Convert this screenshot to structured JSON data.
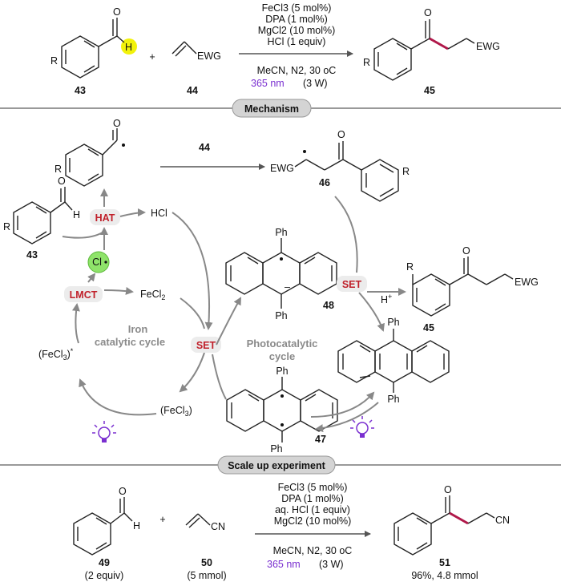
{
  "top_reaction": {
    "conditions": [
      "FeCl3 (5 mol%)",
      "DPA (1 mol%)",
      "MgCl2 (10 mol%)",
      "HCl (1 equiv)"
    ],
    "solvent": "MeCN, N2, 30 oC",
    "light_wavelength": "365 nm",
    "light_power": "(3 W)",
    "substrate_label": "43",
    "alkene_label": "44",
    "product_label": "45",
    "R": "R",
    "H": "H",
    "EWG": "EWG",
    "plus": "+"
  },
  "mechanism": {
    "header": "Mechanism",
    "reagent_44": "44",
    "intermediate_46": "46",
    "label_43": "43",
    "label_45": "45",
    "label_47": "47",
    "label_48": "48",
    "HCl": "HCl",
    "HAT": "HAT",
    "Cl_radical": "Cl",
    "LMCT": "LMCT",
    "FeCl2": "FeCl2",
    "FeCl3_star": "(FeCl3)*",
    "FeCl3": "(FeCl3)",
    "SET_center": "SET",
    "SET_right": "SET",
    "H_plus": "H+",
    "iron_cycle": [
      "Iron",
      "catalytic cycle"
    ],
    "photo_cycle": [
      "Photocatalytic",
      "cycle"
    ],
    "Ph": "Ph",
    "R": "R",
    "H": "H",
    "EWG": "EWG"
  },
  "scale_up": {
    "header": "Scale up experiment",
    "conditions": [
      "FeCl3 (5 mol%)",
      "DPA (1 mol%)",
      "aq. HCl (1 equiv)",
      "MgCl2 (10 mol%)"
    ],
    "solvent": "MeCN, N2, 30 oC",
    "light_wavelength": "365 nm",
    "light_power": "(3 W)",
    "label_49": "49",
    "amount_49": "(2 equiv)",
    "label_50": "50",
    "amount_50": "(5 mmol)",
    "label_51": "51",
    "yield_51": "96%, 4.8 mmol",
    "H": "H",
    "CN": "CN",
    "plus": "+"
  },
  "colors": {
    "hat_highlight": "#f2f20a",
    "product_bond": "#b0184a",
    "red_label": "#c0202a",
    "purple": "#7a2fd0",
    "green_radical": "#8fe36a",
    "banner_fill": "#d4d4d4"
  }
}
